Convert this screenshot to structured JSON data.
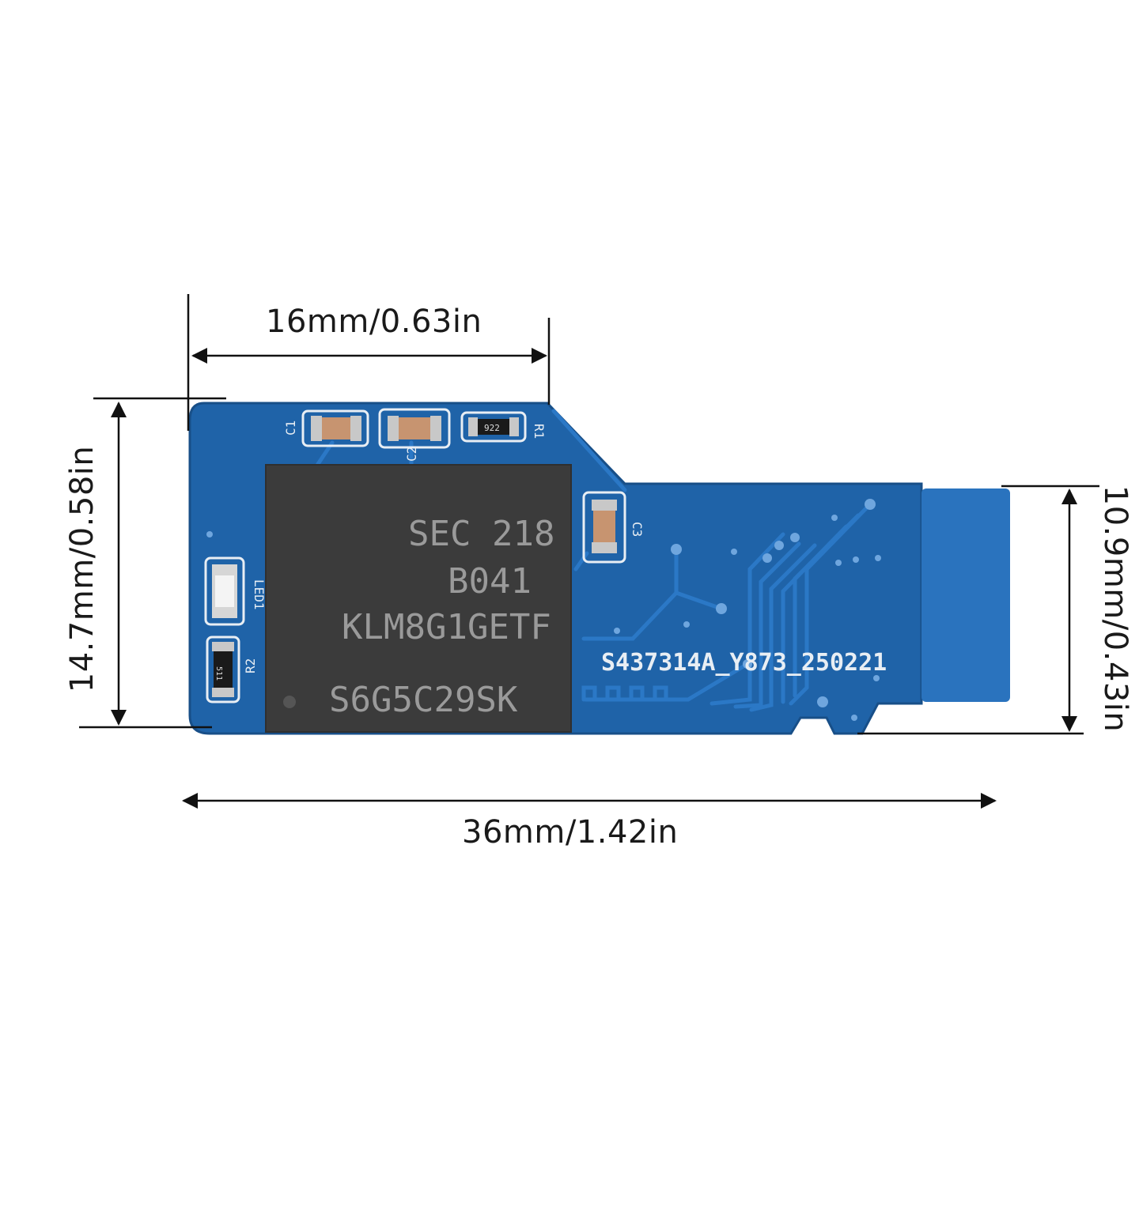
{
  "dimensions": {
    "top_width": "16mm/0.63in",
    "total_width": "36mm/1.42in",
    "left_height": "14.7mm/0.58in",
    "right_height": "10.9mm/0.43in"
  },
  "chip": {
    "line1": "SEC 218",
    "line2": "B041",
    "line3": "KLM8G1GETF",
    "line4": "S6G5C29SK"
  },
  "board": {
    "serial": "S437314A_Y873_250221",
    "labels": {
      "c1": "C1",
      "c2": "C2",
      "c3": "C3",
      "r1": "R1",
      "r2": "R2",
      "led": "LED1"
    },
    "resistor_codes": {
      "r1": "922",
      "r2": "511"
    }
  },
  "colors": {
    "pcb": "#1f63a8",
    "pcb_edge": "#184f88",
    "contact": "#2a73be",
    "chip": "#3b3b3b",
    "silkscreen": "#e8eef4"
  }
}
